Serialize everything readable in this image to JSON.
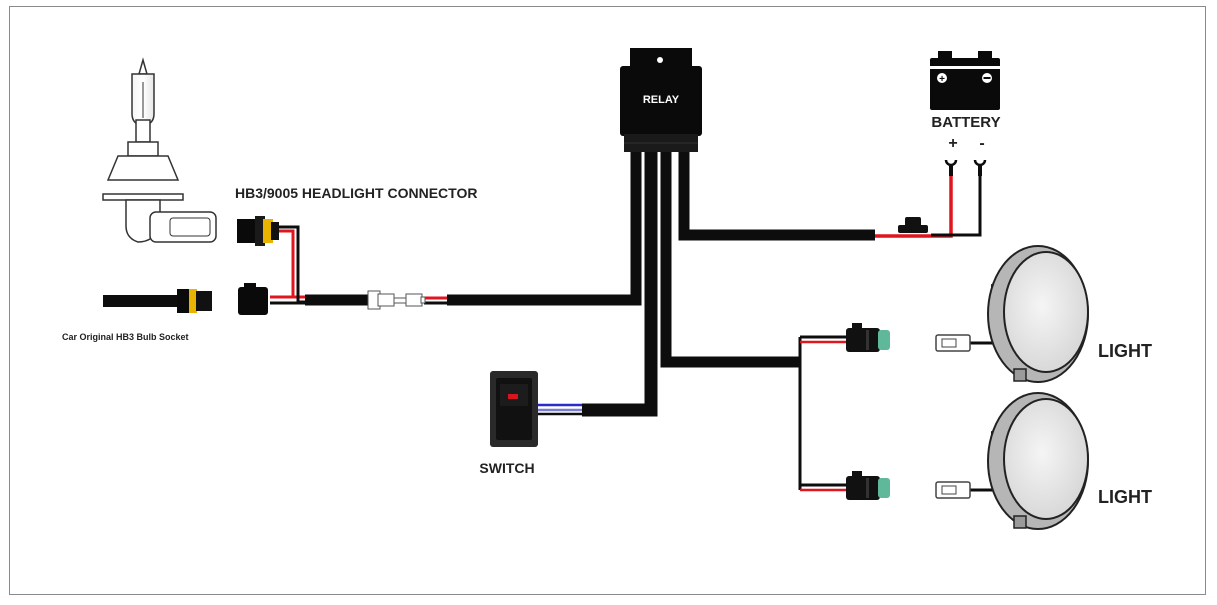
{
  "labels": {
    "relay": "RELAY",
    "battery": "BATTERY",
    "plus": "+",
    "minus": "-",
    "connector": "HB3/9005 HEADLIGHT CONNECTOR",
    "socket": "Car Original HB3 Bulb Socket",
    "switch": "SWITCH",
    "light_top": "LIGHT",
    "light_bottom": "LIGHT"
  },
  "colors": {
    "wire_black": "#0d0d0d",
    "wire_red": "#e0151d",
    "wire_blue": "#2a2cc8",
    "relay_body": "#0a0a0a",
    "lamp_gray": "#c9c9c9",
    "connector_teal": "#5fb89a",
    "switch_indicator": "#d8141c"
  },
  "icons": [
    "halogen-bulb-icon",
    "relay-icon",
    "battery-icon",
    "rocker-switch-icon",
    "fog-light-icon",
    "fuse-icon",
    "wire-connector-icon"
  ]
}
